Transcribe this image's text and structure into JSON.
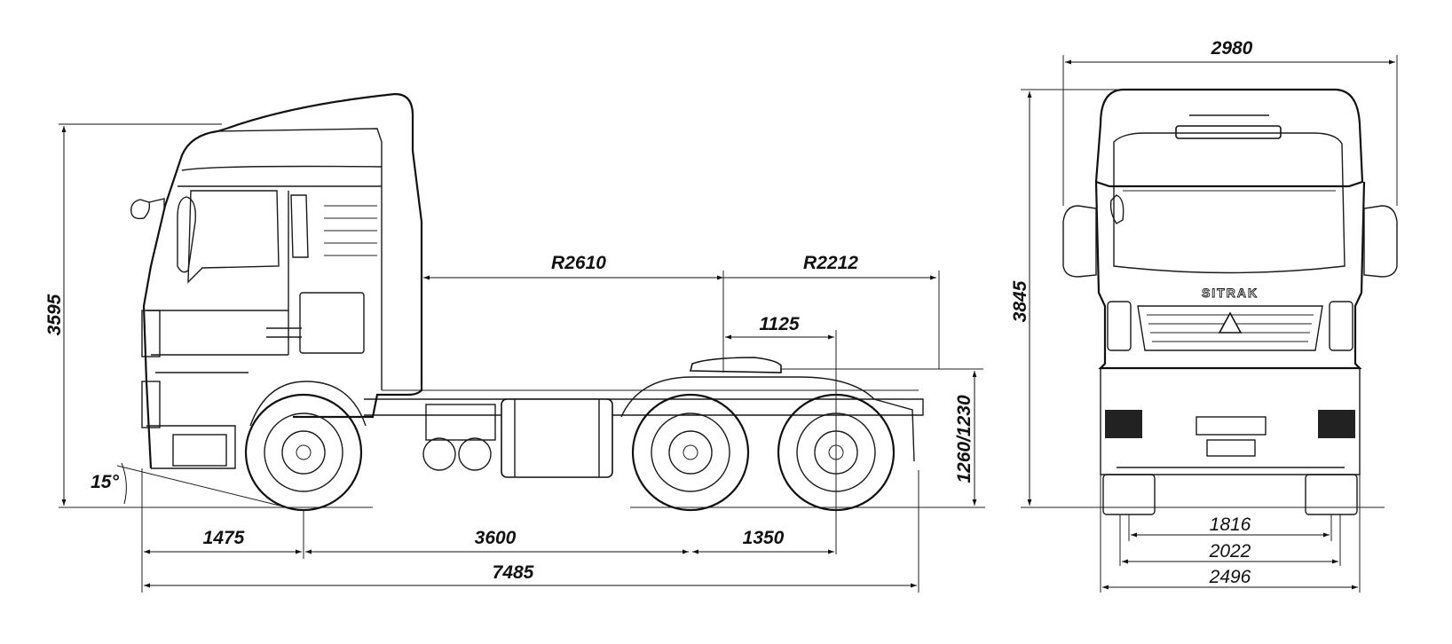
{
  "side_view": {
    "dimensions": {
      "cab_height": "3595",
      "front_overhang": "1475",
      "wheelbase_1": "3600",
      "wheelbase_2": "1350",
      "overall_length": "7485",
      "turning_radius_front": "R2610",
      "turning_radius_rear": "R2212",
      "fifth_wheel_offset": "1125",
      "fifth_wheel_height": "1260/1230",
      "approach_angle": "15°"
    }
  },
  "front_view": {
    "brand_text": "SITRAK",
    "dimensions": {
      "overall_width": "2980",
      "overall_height": "3845",
      "rear_track": "1816",
      "front_track": "2022",
      "body_width": "2496"
    }
  }
}
